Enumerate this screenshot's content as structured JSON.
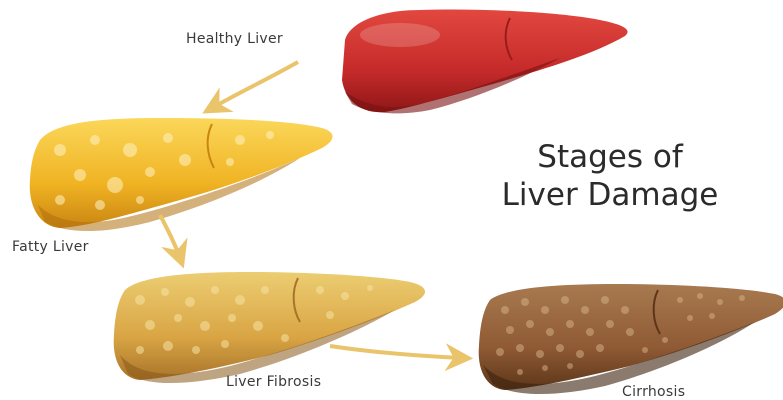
{
  "title": {
    "line1": "Stages of",
    "line2": "Liver Damage"
  },
  "stages": [
    {
      "label": "Healthy Liver",
      "color": "#c62a2a"
    },
    {
      "label": "Fatty Liver",
      "color": "#f0b323"
    },
    {
      "label": "Liver Fibrosis",
      "color": "#d9a544"
    },
    {
      "label": "Cirrhosis",
      "color": "#8f5a34"
    }
  ],
  "arrow_color": "#e9c46a"
}
